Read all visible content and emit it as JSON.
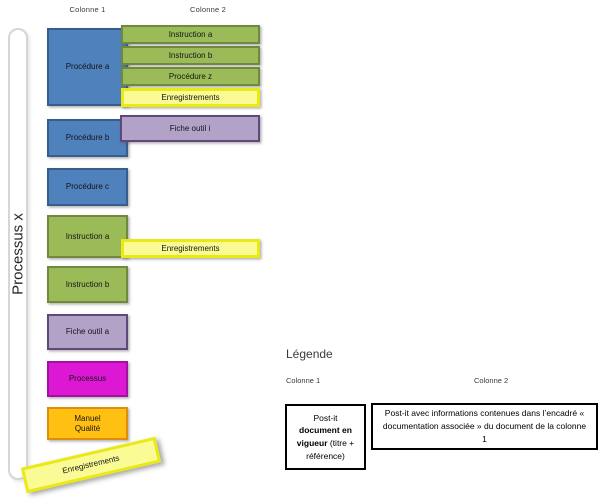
{
  "headers": {
    "colonne1": "Colonne 1",
    "colonne2": "Colonne 2"
  },
  "process_bar": {
    "label": "Processus x"
  },
  "column1": {
    "boxes": [
      {
        "label": "Procédure a",
        "type": "blue"
      },
      {
        "label": "Procédure b",
        "type": "blue"
      },
      {
        "label": "Procédure c",
        "type": "blue"
      },
      {
        "label": "Instruction a",
        "type": "green"
      },
      {
        "label": "Instruction b",
        "type": "green"
      },
      {
        "label": "Fiche outil a",
        "type": "purple"
      },
      {
        "label": "Processus",
        "type": "magenta"
      },
      {
        "label": "Manuel Qualité",
        "type": "orange"
      },
      {
        "label": "Enregistrements",
        "type": "yellow"
      }
    ]
  },
  "column2": {
    "boxes": [
      {
        "label": "Instruction a",
        "type": "green"
      },
      {
        "label": "Instruction b",
        "type": "green"
      },
      {
        "label": "Procédure z",
        "type": "green"
      },
      {
        "label": "Enregistrements",
        "type": "yellow"
      },
      {
        "label": "Fiche outil i",
        "type": "purple"
      },
      {
        "label": "Enregistrements",
        "type": "yellow"
      }
    ]
  },
  "legend": {
    "title": "Légende",
    "col1_label": "Colonne 1",
    "col2_label": "Colonne 2",
    "box1": {
      "pre": "Post-it ",
      "bold": "document en vigueur",
      "post": " (titre + référence)"
    },
    "box2": "Post-it avec informations contenues dans l’encadré « documentation associée » du document de la colonne 1"
  },
  "palette": {
    "blue_fill": "#4f81bd",
    "blue_border": "#385d8a",
    "green_fill": "#9bbb59",
    "green_border": "#71893f",
    "yellow_fill": "#fbfb96",
    "yellow_border": "#e9e916",
    "purple_fill": "#b2a2c7",
    "purple_border": "#5f497a",
    "magenta_fill": "#dc18d4",
    "magenta_border": "#a112a0",
    "orange_fill": "#ffc012",
    "orange_border": "#de8d0c"
  }
}
